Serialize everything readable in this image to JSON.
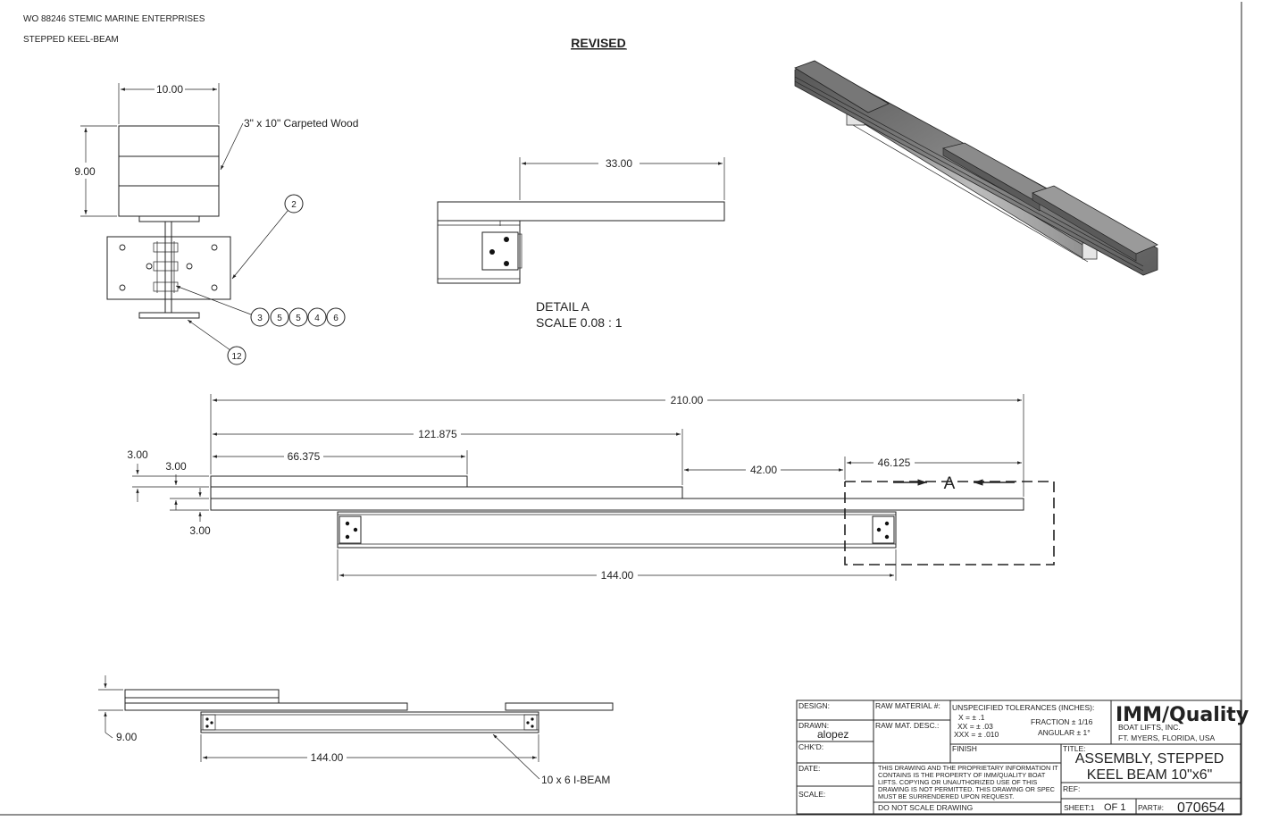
{
  "header": {
    "work_order": "WO 88246 STEMIC MARINE ENTERPRISES",
    "part_desc": "STEPPED KEEL-BEAM",
    "revision": "REVISED"
  },
  "end_view": {
    "dim_width": "10.00",
    "dim_height": "9.00",
    "wood_callout": "3\" x 10\" Carpeted Wood",
    "balloon_plate": "2",
    "balloons_hardware": [
      "3",
      "5",
      "5",
      "4",
      "6"
    ],
    "balloon_beam": "12"
  },
  "detail": {
    "dim_length": "33.00",
    "label_1": "DETAIL  A",
    "label_2": "SCALE 0.08 : 1"
  },
  "side_view": {
    "dim_overall": "210.00",
    "dim_121": "121.875",
    "dim_66": "66.375",
    "dim_42": "42.00",
    "dim_46": "46.125",
    "dim_144": "144.00",
    "dim_t1": "3.00",
    "dim_t2": "3.00",
    "dim_t3": "3.00",
    "detail_marker": "A"
  },
  "lower_view": {
    "dim_height": "9.00",
    "dim_length": "144.00",
    "beam_callout": "10 x 6 I-BEAM"
  },
  "title_block": {
    "design_label": "DESIGN:",
    "drawn_label": "DRAWN:",
    "drawn_by": "alopez",
    "chkd_label": "CHK'D:",
    "date_label": "DATE:",
    "scale_label": "SCALE:",
    "raw_material_label": "RAW MATERIAL #:",
    "raw_desc_label": "RAW MAT. DESC.:",
    "tolerances_label": "UNSPECIFIED TOLERANCES (INCHES):",
    "tol_x": "X  =  ± .1",
    "tol_xx": "XX    =    ± .03",
    "tol_xxx": "XXX  =    ± .010",
    "tol_fraction": "FRACTION ± 1/16",
    "tol_angular": "ANGULAR ± 1°",
    "finish_label": "FINISH",
    "proprietary_1": "THIS DRAWING AND THE PROPRIETARY INFORMATION IT",
    "proprietary_2": "CONTAINS IS THE PROPERTY OF IMM/QUALITY BOAT",
    "proprietary_3": "LIFTS. COPYING OR UNAUTHORIZED USE OF THIS",
    "proprietary_4": "DRAWING IS NOT PERMITTED. THIS DRAWING OR SPEC",
    "proprietary_5": "MUST BE SURRENDERED UPON REQUEST.",
    "do_not_scale": "DO NOT SCALE DRAWING",
    "company_name": "IMM/Quality",
    "company_line1": "BOAT LIFTS, INC.",
    "company_line2": "FT. MYERS, FLORIDA, USA",
    "title_label": "TITLE:",
    "title_line1": "ASSEMBLY, STEPPED",
    "title_line2": "KEEL BEAM 10\"x6\"",
    "ref_label": "REF:",
    "sheet_label": "SHEET:1",
    "sheet_of": "OF 1",
    "part_label": "PART#:",
    "part_number": "070654"
  }
}
